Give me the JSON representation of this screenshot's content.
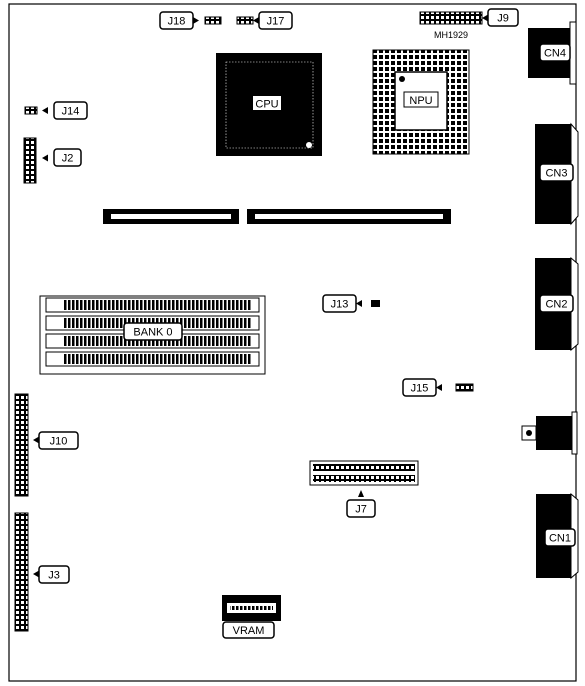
{
  "board": {
    "labels": {
      "cpu": "CPU",
      "npu": "NPU",
      "bank0": "BANK 0",
      "vram": "VRAM",
      "part_no": "MH1929"
    },
    "jumpers": {
      "j2": "J2",
      "j3": "J3",
      "j7": "J7",
      "j9": "J9",
      "j10": "J10",
      "j13": "J13",
      "j14": "J14",
      "j15": "J15",
      "j17": "J17",
      "j18": "J18"
    },
    "connectors": {
      "cn1": "CN1",
      "cn2": "CN2",
      "cn3": "CN3",
      "cn4": "CN4"
    }
  },
  "colors": {
    "ink": "#000000",
    "paper": "#ffffff"
  }
}
